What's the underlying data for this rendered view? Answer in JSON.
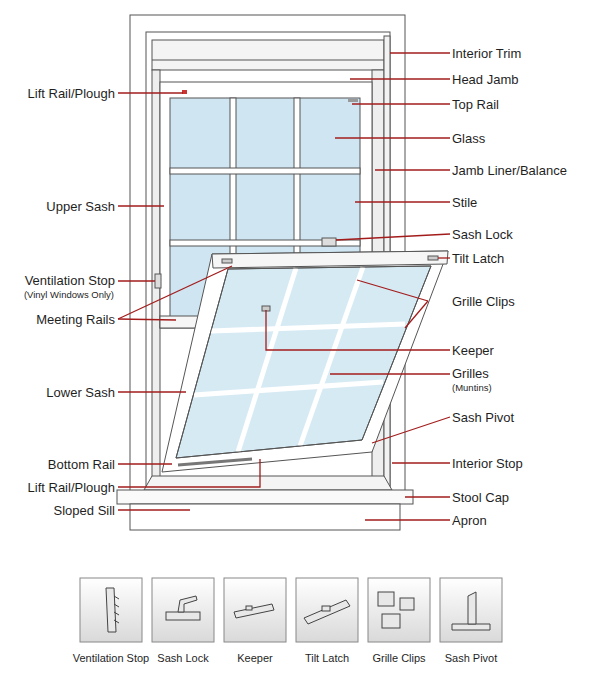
{
  "diagram": {
    "labels": [
      "Interior Trim",
      "Lift Rail/Plough",
      "Head Jamb",
      "Top Rail",
      "Glass",
      "Jamb Liner/Balance",
      "Upper Sash",
      "Stile",
      "Sash Lock",
      "Tilt Latch",
      "Ventilation Stop",
      "(Vinyl Windows Only)",
      "Grille Clips",
      "Meeting Rails",
      "Keeper",
      "Grilles",
      "(Muntins)",
      "Lower Sash",
      "Sash Pivot",
      "Bottom Rail",
      "Interior Stop",
      "Lift Rail/Plough",
      "Stool Cap",
      "Sloped Sill",
      "Apron",
      "Ventilation Stop",
      "Sash Lock",
      "Keeper",
      "Tilt Latch",
      "Grille Clips",
      "Sash Pivot"
    ]
  }
}
